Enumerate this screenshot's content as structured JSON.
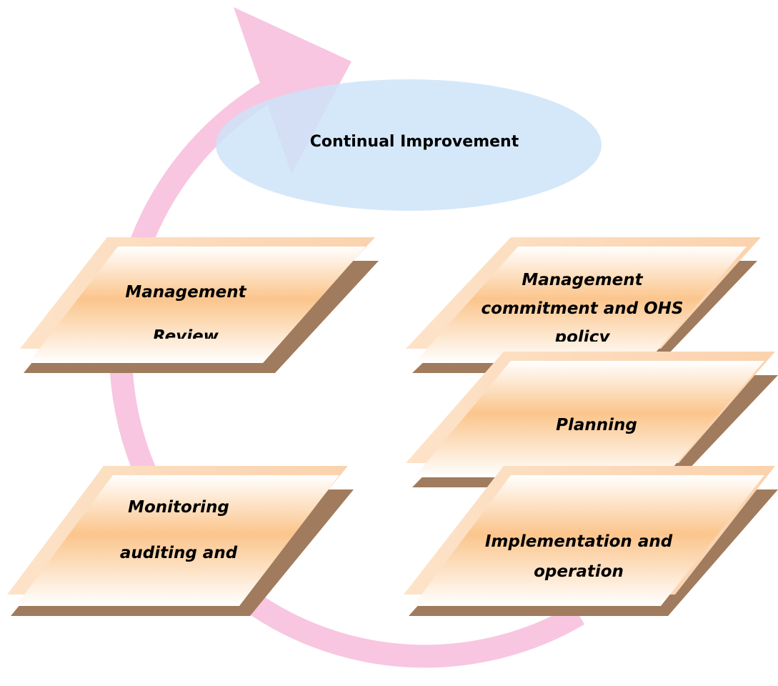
{
  "diagram": {
    "cycle_arrow_color": "#f8c6e0",
    "ellipse_color": "#cce3f8",
    "plate_face_gradient": [
      "#ffffff",
      "#fbc58c",
      "#ffffff"
    ],
    "plate_shadow_color": "#a07b5d",
    "center": {
      "label": "Continual Improvement"
    },
    "steps": [
      {
        "id": "management-review",
        "line1": "Management",
        "line2": "Review"
      },
      {
        "id": "management-commitment",
        "line1": "Management",
        "line2": "commitment and OHS",
        "line3": "policy"
      },
      {
        "id": "planning",
        "line1": "Planning"
      },
      {
        "id": "monitoring",
        "line1": "Monitoring",
        "line2": "auditing and"
      },
      {
        "id": "implementation",
        "line1": "Implementation and",
        "line2": "operation"
      }
    ]
  }
}
